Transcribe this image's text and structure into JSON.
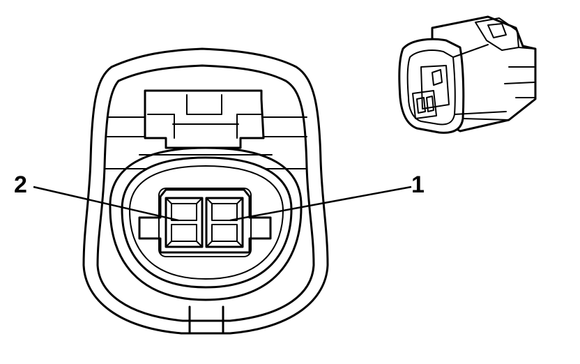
{
  "diagram": {
    "callouts": [
      {
        "id": "pin-1",
        "label": "1"
      },
      {
        "id": "pin-2",
        "label": "2"
      }
    ]
  }
}
